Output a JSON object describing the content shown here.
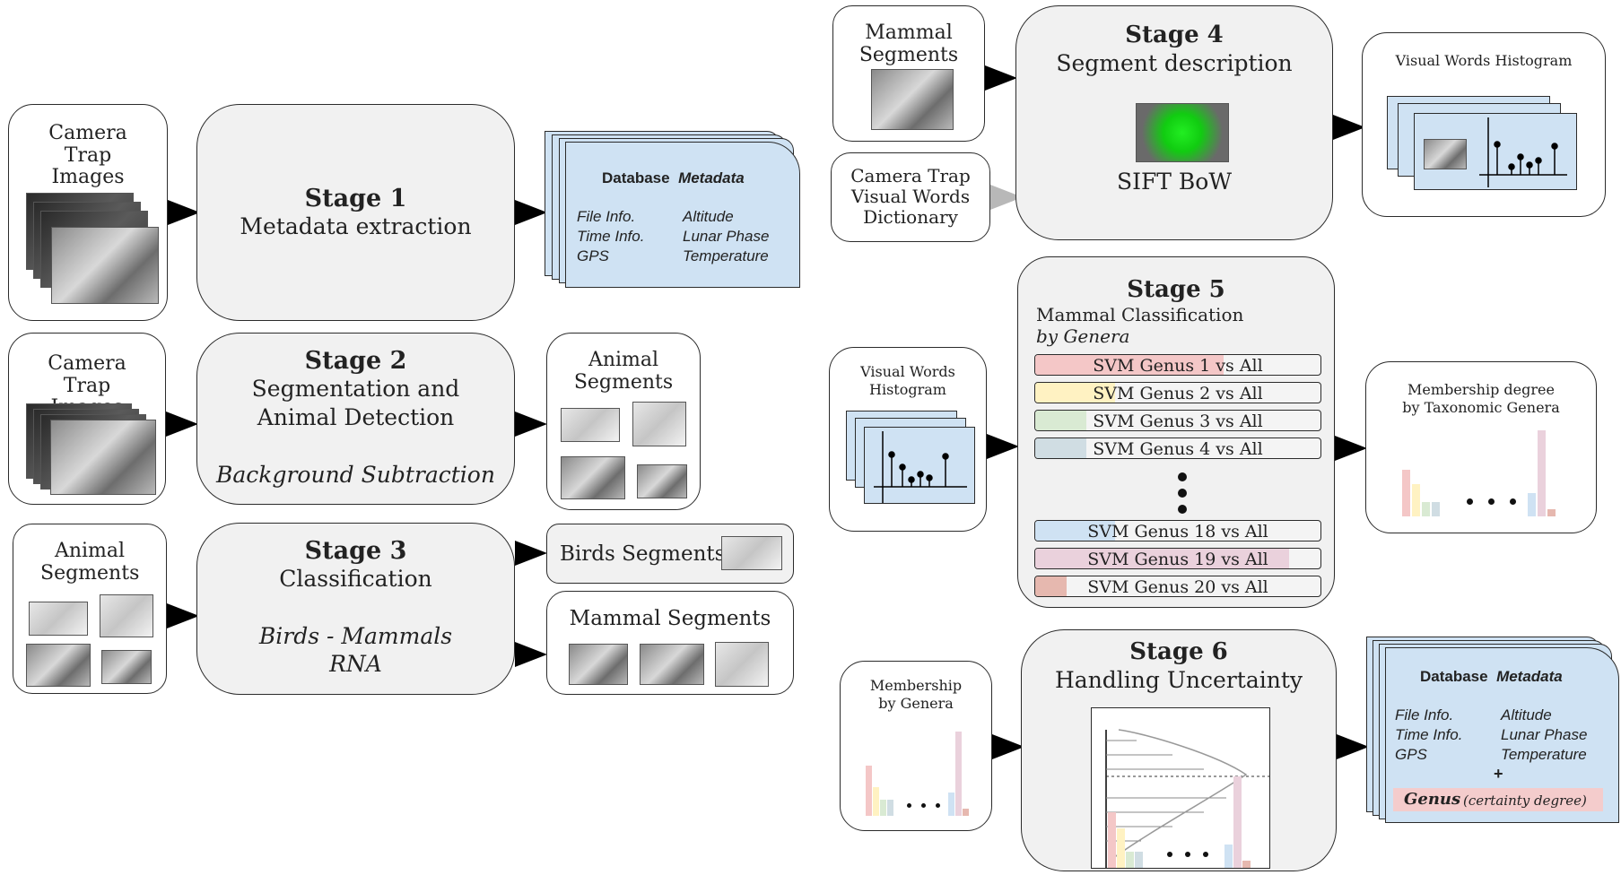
{
  "colors": {
    "stage_fill": "#f1f1f1",
    "doc_fill": "#cfe2f3",
    "genus1": "#f4c7c7",
    "genus2": "#fff2c2",
    "genus3": "#d9ead3",
    "genus4": "#d0dde3",
    "genus18": "#cfe2f3",
    "genus19": "#ead1dc",
    "genus20": "#e6b8af",
    "genus_highlight": "#f4cccc"
  },
  "stage1": {
    "input": "Camera Trap Images",
    "title": "Stage 1",
    "subtitle": "Metadata extraction",
    "db": {
      "title": "Database",
      "title_italic": "Metadata",
      "left": [
        "File Info.",
        "Time Info.",
        "GPS"
      ],
      "right": [
        "Altitude",
        "Lunar Phase",
        "Temperature"
      ]
    }
  },
  "stage2": {
    "input": "Camera Trap Images",
    "title": "Stage 2",
    "subtitle_line1": "Segmentation and",
    "subtitle_line2": "Animal Detection",
    "method": "Background Subtraction",
    "output": "Animal Segments"
  },
  "stage3": {
    "input": "Animal Segments",
    "title": "Stage 3",
    "subtitle": "Classification",
    "method_line1": "Birds - Mammals",
    "method_line2": "RNA",
    "output_birds": "Birds Segments",
    "output_mammals": "Mammal Segments"
  },
  "stage4": {
    "input1": "Mammal Segments",
    "input2_line1": "Camera Trap",
    "input2_line2": "Visual Words",
    "input2_line3": "Dictionary",
    "title": "Stage 4",
    "subtitle": "Segment description",
    "method": "SIFT BoW",
    "output": "Visual Words Histogram"
  },
  "stage5": {
    "input_line1": "Visual Words",
    "input_line2": "Histogram",
    "title": "Stage 5",
    "subtitle": "Mammal Classification",
    "subtitle_italic": "by Genera",
    "svms": [
      {
        "label": "SVM  Genus 1 vs All",
        "score": 0.66,
        "color": "#f4c7c7"
      },
      {
        "label": "SVM Genus 2 vs All",
        "score": 0.28,
        "color": "#fff2c2"
      },
      {
        "label": "SVM Genus 3 vs All",
        "score": 0.18,
        "color": "#d9ead3"
      },
      {
        "label": "SVM Genus 4 vs All",
        "score": 0.18,
        "color": "#d0dde3"
      },
      {
        "label": "SVM Genus 18 vs All",
        "score": 0.28,
        "color": "#cfe2f3"
      },
      {
        "label": "SVM Genus 19 vs All",
        "score": 0.89,
        "color": "#ead1dc"
      },
      {
        "label": "SVM  Genus 20 vs All",
        "score": 0.11,
        "color": "#e6b8af"
      }
    ],
    "output_line1": "Membership degree",
    "output_line2": "by Taxonomic Genera"
  },
  "stage6": {
    "input_line1": "Membership",
    "input_line2": "by Genera",
    "title": "Stage 6",
    "subtitle": "Handling Uncertainty",
    "db": {
      "title": "Database",
      "title_italic": "Metadata",
      "left": [
        "File Info.",
        "Time Info.",
        "GPS"
      ],
      "right": [
        "Altitude",
        "Lunar Phase",
        "Temperature"
      ],
      "plus": "+",
      "genus": "Genus",
      "genus_note": "(certainty  degree)"
    }
  },
  "ellipsis": "• • •",
  "vdots": "•\n•\n•"
}
